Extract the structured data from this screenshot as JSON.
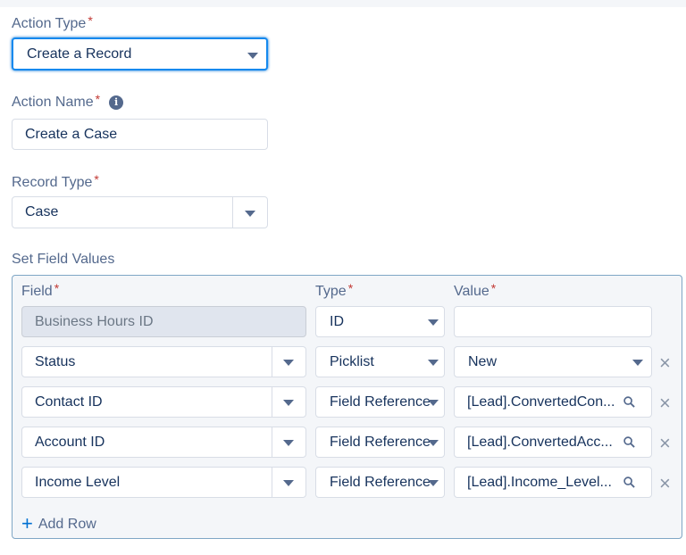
{
  "action_type": {
    "label": "Action Type",
    "required": "*",
    "value": "Create a Record"
  },
  "action_name": {
    "label": "Action Name",
    "required": "*",
    "value": "Create a Case",
    "info_icon": "i"
  },
  "record_type": {
    "label": "Record Type",
    "required": "*",
    "value": "Case"
  },
  "field_values": {
    "section_label": "Set Field Values",
    "headers": {
      "field": "Field",
      "type": "Type",
      "value": "Value",
      "required": "*"
    },
    "rows": [
      {
        "field": "Business Hours ID",
        "type": "ID",
        "value": ""
      },
      {
        "field": "Status",
        "type": "Picklist",
        "value": "New",
        "remove": "×"
      },
      {
        "field": "Contact ID",
        "type": "Field Reference",
        "value": "[Lead].ConvertedCon...",
        "remove": "×"
      },
      {
        "field": "Account ID",
        "type": "Field Reference",
        "value": "[Lead].ConvertedAcc...",
        "remove": "×"
      },
      {
        "field": "Income Level",
        "type": "Field Reference",
        "value": "[Lead].Income_Level...",
        "remove": "×"
      }
    ],
    "add_row": {
      "icon": "+",
      "label": "Add Row"
    }
  },
  "colors": {
    "accent": "#1589ee",
    "required": "#c23934",
    "text": "#16325c",
    "muted": "#54698d"
  }
}
